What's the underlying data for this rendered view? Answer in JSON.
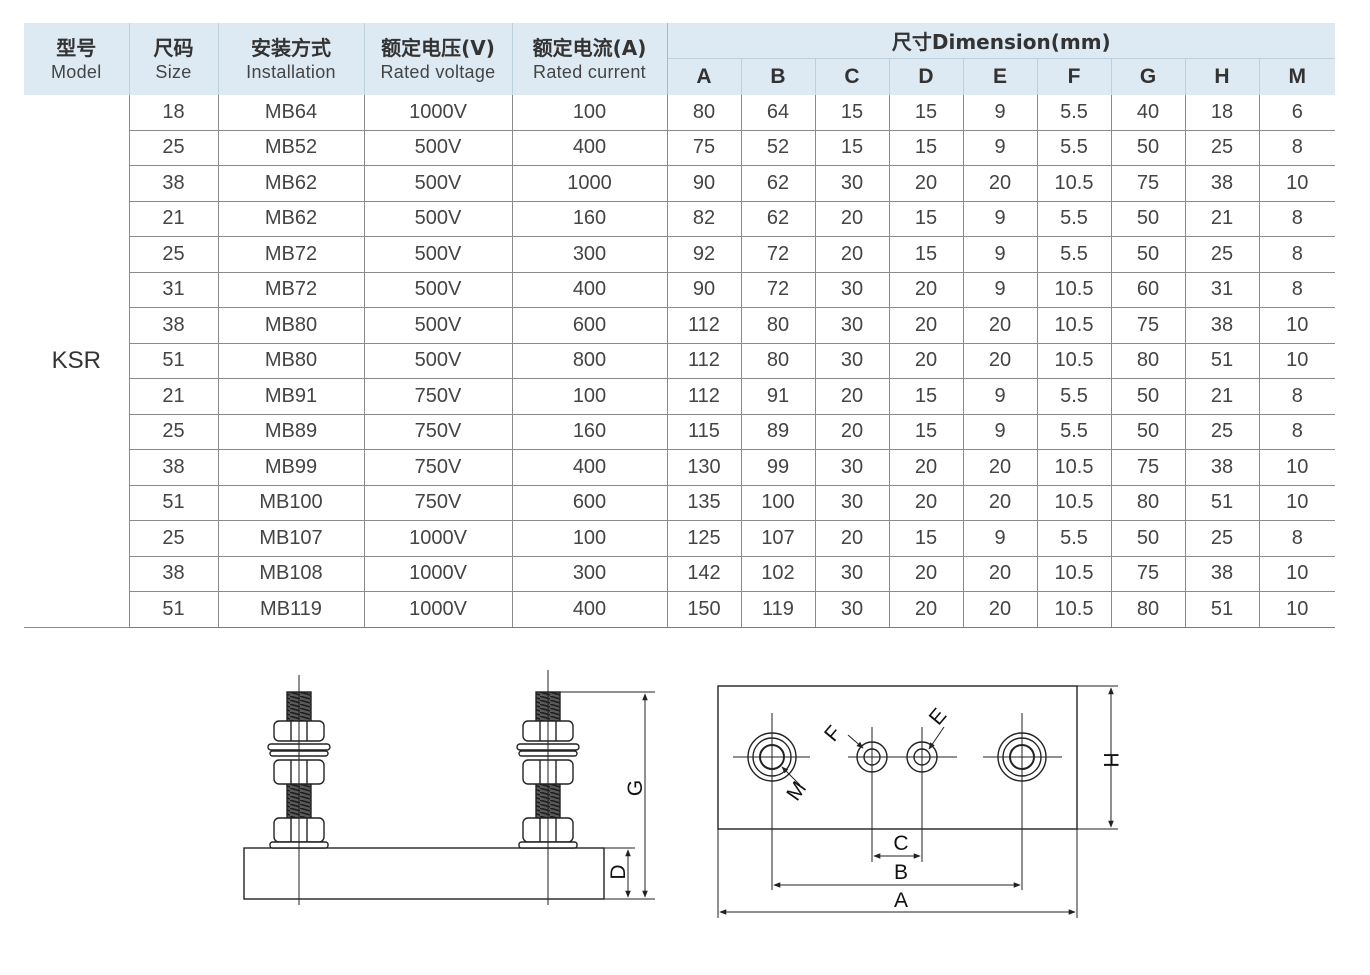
{
  "header": {
    "model": {
      "cn": "型号",
      "en": "Model"
    },
    "size": {
      "cn": "尺码",
      "en": "Size"
    },
    "installation": {
      "cn": "安装方式",
      "en": "Installation"
    },
    "voltage": {
      "cn": "额定电压(V)",
      "en": "Rated voltage"
    },
    "current": {
      "cn": "额定电流(A)",
      "en": "Rated current"
    },
    "dimension_title": "尺寸Dimension(mm)",
    "dimension_cols": [
      "A",
      "B",
      "C",
      "D",
      "E",
      "F",
      "G",
      "H",
      "M"
    ]
  },
  "model_name": "KSR",
  "rows": [
    [
      "18",
      "MB64",
      "1000V",
      "100",
      "80",
      "64",
      "15",
      "15",
      "9",
      "5.5",
      "40",
      "18",
      "6"
    ],
    [
      "25",
      "MB52",
      "500V",
      "400",
      "75",
      "52",
      "15",
      "15",
      "9",
      "5.5",
      "50",
      "25",
      "8"
    ],
    [
      "38",
      "MB62",
      "500V",
      "1000",
      "90",
      "62",
      "30",
      "20",
      "20",
      "10.5",
      "75",
      "38",
      "10"
    ],
    [
      "21",
      "MB62",
      "500V",
      "160",
      "82",
      "62",
      "20",
      "15",
      "9",
      "5.5",
      "50",
      "21",
      "8"
    ],
    [
      "25",
      "MB72",
      "500V",
      "300",
      "92",
      "72",
      "20",
      "15",
      "9",
      "5.5",
      "50",
      "25",
      "8"
    ],
    [
      "31",
      "MB72",
      "500V",
      "400",
      "90",
      "72",
      "30",
      "20",
      "9",
      "10.5",
      "60",
      "31",
      "8"
    ],
    [
      "38",
      "MB80",
      "500V",
      "600",
      "112",
      "80",
      "30",
      "20",
      "20",
      "10.5",
      "75",
      "38",
      "10"
    ],
    [
      "51",
      "MB80",
      "500V",
      "800",
      "112",
      "80",
      "30",
      "20",
      "20",
      "10.5",
      "80",
      "51",
      "10"
    ],
    [
      "21",
      "MB91",
      "750V",
      "100",
      "112",
      "91",
      "20",
      "15",
      "9",
      "5.5",
      "50",
      "21",
      "8"
    ],
    [
      "25",
      "MB89",
      "750V",
      "160",
      "115",
      "89",
      "20",
      "15",
      "9",
      "5.5",
      "50",
      "25",
      "8"
    ],
    [
      "38",
      "MB99",
      "750V",
      "400",
      "130",
      "99",
      "30",
      "20",
      "20",
      "10.5",
      "75",
      "38",
      "10"
    ],
    [
      "51",
      "MB100",
      "750V",
      "600",
      "135",
      "100",
      "30",
      "20",
      "20",
      "10.5",
      "80",
      "51",
      "10"
    ],
    [
      "25",
      "MB107",
      "1000V",
      "100",
      "125",
      "107",
      "20",
      "15",
      "9",
      "5.5",
      "50",
      "25",
      "8"
    ],
    [
      "38",
      "MB108",
      "1000V",
      "300",
      "142",
      "102",
      "30",
      "20",
      "20",
      "10.5",
      "75",
      "38",
      "10"
    ],
    [
      "51",
      "MB119",
      "1000V",
      "400",
      "150",
      "119",
      "30",
      "20",
      "20",
      "10.5",
      "80",
      "51",
      "10"
    ]
  ],
  "drawing_labels": {
    "side": {
      "height": "G",
      "base": "D"
    },
    "top": {
      "width": "A",
      "hole_spacing": "B",
      "center_spacing": "C",
      "height": "H",
      "stud": "M",
      "small_hole_outer": "F",
      "small_hole_inner": "E"
    }
  }
}
